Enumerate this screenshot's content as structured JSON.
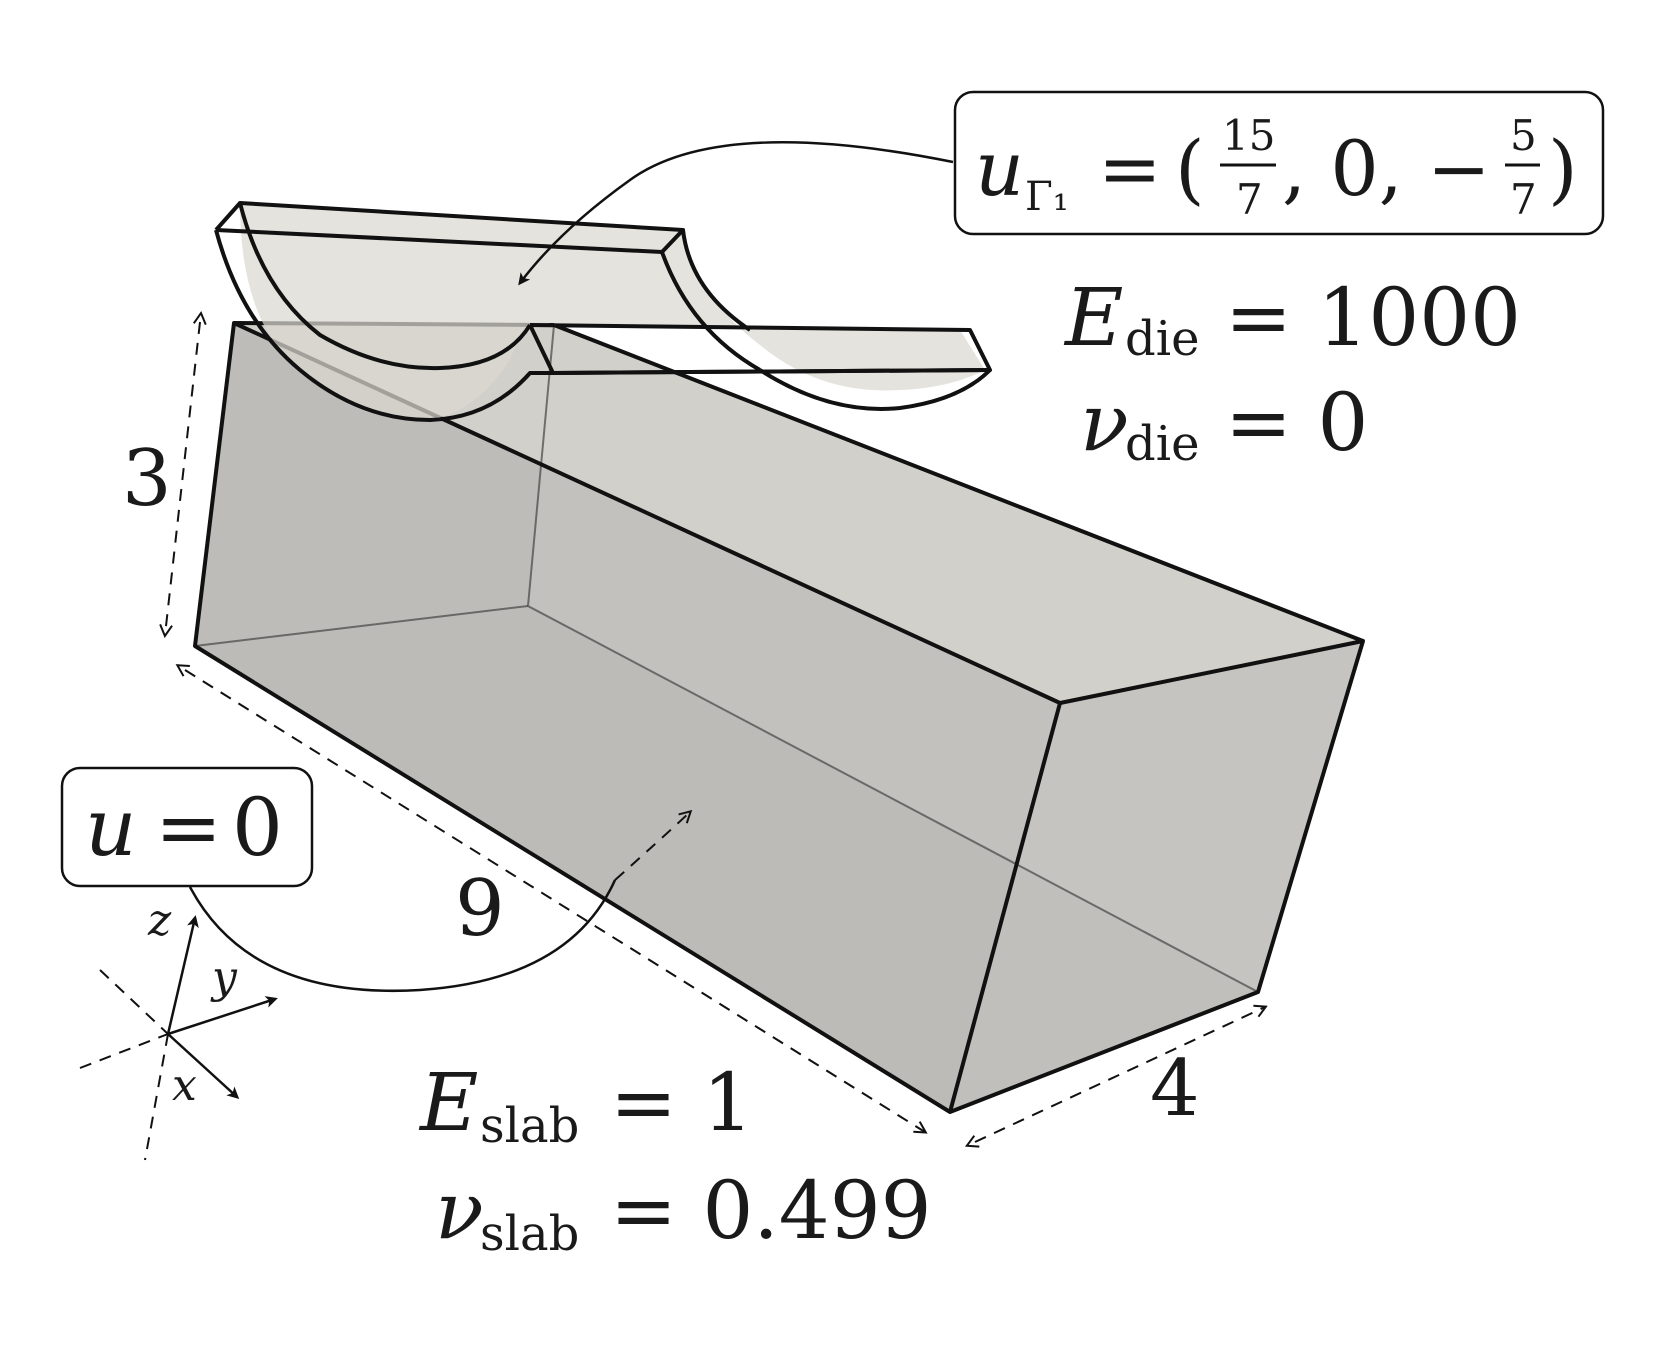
{
  "dimensions": {
    "height": "3",
    "length": "9",
    "width": "4"
  },
  "boundary_conditions": {
    "fixed": {
      "lhs": "u",
      "eq": "=",
      "rhs": "0"
    },
    "die_displacement": {
      "symbol": "u",
      "subscript": "Γ₁",
      "eq": "=",
      "open": "(",
      "frac1_num": "15",
      "frac1_den": "7",
      "mid": ", 0, −",
      "frac2_num": "5",
      "frac2_den": "7",
      "close": ")"
    }
  },
  "die": {
    "E_symbol": "E",
    "E_sub": "die",
    "E_eq": "= 1000",
    "nu_symbol": "ν",
    "nu_sub": "die",
    "nu_eq": "= 0"
  },
  "slab": {
    "E_symbol": "E",
    "E_sub": "slab",
    "E_eq": "= 1",
    "nu_symbol": "ν",
    "nu_sub": "slab",
    "nu_eq": "= 0.499"
  },
  "axes": {
    "x": "x",
    "y": "y",
    "z": "z"
  },
  "colors": {
    "slab_fill": "#bdbcb9",
    "slab_top": "#d3d1cb",
    "die_fill": "#d8d7cf",
    "edge": "#111111"
  }
}
